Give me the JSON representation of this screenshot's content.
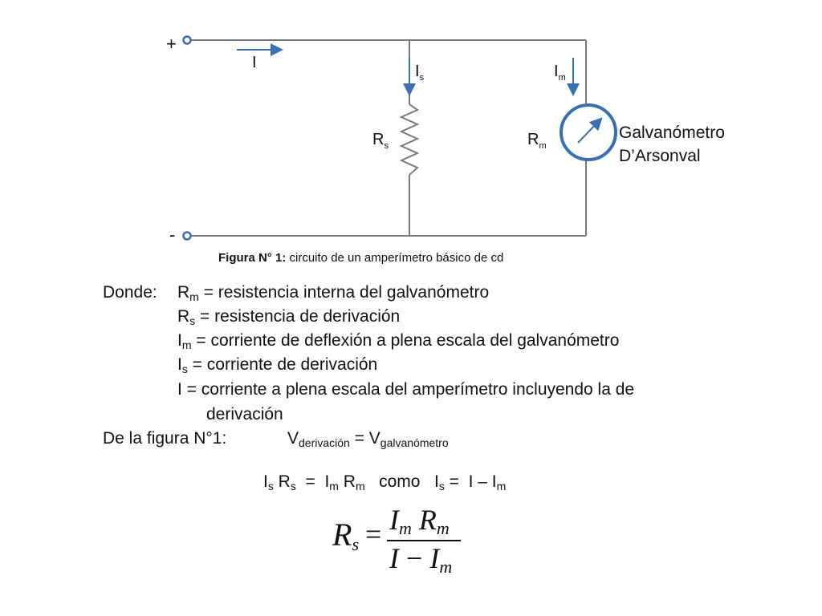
{
  "circuit": {
    "plus": "+",
    "minus": "-",
    "current_total": "I",
    "current_shunt": "I",
    "current_shunt_sub": "s",
    "current_meter": "I",
    "current_meter_sub": "m",
    "res_shunt": "R",
    "res_shunt_sub": "s",
    "res_meter": "R",
    "res_meter_sub": "m",
    "galv_line1": "Galvanómetro",
    "galv_line2": "D’Arsonval"
  },
  "caption": {
    "bold": "Figura N° 1:",
    "text": " circuito de un amperímetro básico de cd"
  },
  "definitions": {
    "donde": "Donde:",
    "d1_sym": "R",
    "d1_sub": "m",
    "d1_text": " = resistencia interna del galvanómetro",
    "d2_sym": "R",
    "d2_sub": "s",
    "d2_text": " = resistencia de derivación",
    "d3_sym": "I",
    "d3_sub": "m",
    "d3_text": " = corriente de deflexión a plena escala del galvanómetro",
    "d4_sym": "I",
    "d4_sub": "s",
    "d4_text": " = corriente de derivación",
    "d5_text": "I = corriente a plena escala del amperímetro incluyendo la de",
    "d5_cont": "derivación"
  },
  "relation": {
    "label": "De la figura N°1:",
    "v1": "V",
    "v1_sub": "derivación",
    "eq": " = ",
    "v2": "V",
    "v2_sub": "galvanómetro"
  },
  "equation": {
    "text": "I",
    "s1": "s",
    "r1": " R",
    "s2": "s",
    "mid": "  =  I",
    "s3": "m",
    "r2": " R",
    "s4": "m",
    "como": "   como   I",
    "s5": "s",
    "tail": " =  I – I",
    "s6": "m"
  },
  "formula": {
    "lhs": "R",
    "lhs_sub": "s",
    "eq": "=",
    "num_a": "I",
    "num_a_sub": "m",
    "num_b": " R",
    "num_b_sub": "m",
    "den_a": "I",
    "den_minus": " − ",
    "den_b": "I",
    "den_b_sub": "m"
  }
}
